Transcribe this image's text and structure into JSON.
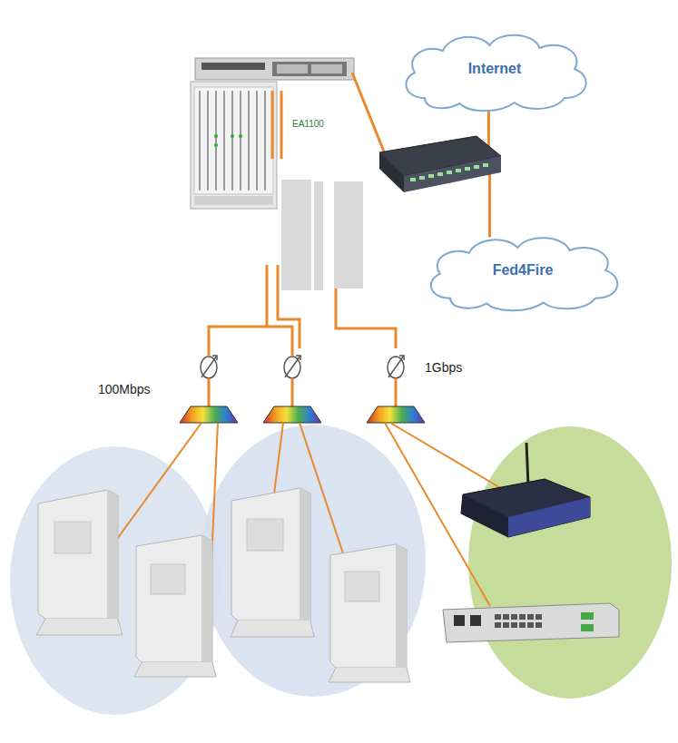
{
  "diagram": {
    "nodes": [
      {
        "text": [
          "Internet"
        ]
      },
      {
        "text": [
          "Fed4Fire"
        ]
      }
    ],
    "edges": [
      {
        "from": 0,
        "to": 1,
        "arrow": "none"
      }
    ],
    "labels": [
      "EA1100",
      "100Mbps",
      "1Gbps"
    ]
  }
}
